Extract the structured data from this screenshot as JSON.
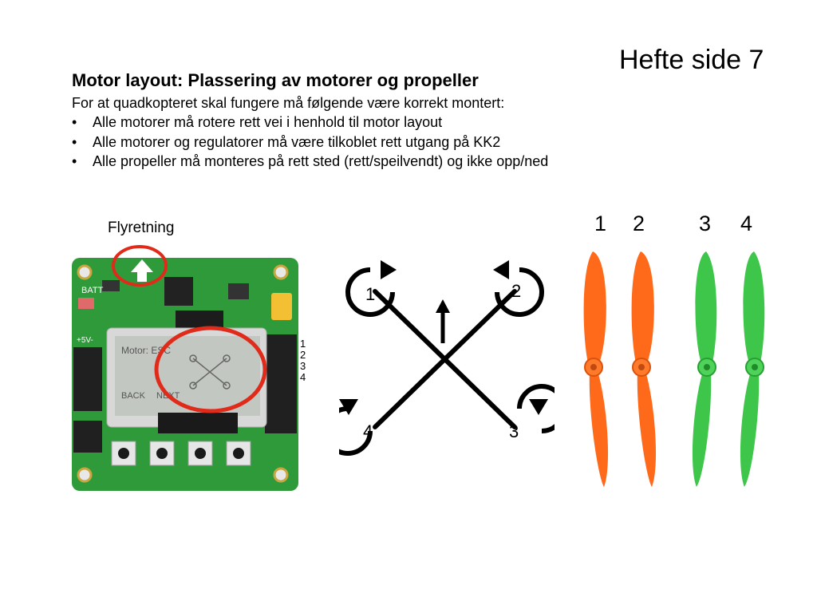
{
  "page_number": "Hefte side 7",
  "title": "Motor layout: Plassering av motorer og propeller",
  "intro": "For at quadkopteret skal fungere må følgende være korrekt montert:",
  "bullets": [
    "Alle motorer må rotere rett vei i henhold til motor layout",
    "Alle motorer og regulatorer må være tilkoblet rett utgang på KK2",
    "Alle propeller må monteres på rett sted (rett/speilvendt) og ikke opp/ned"
  ],
  "bullet_char": "•",
  "direction_label": "Flyretning",
  "board": {
    "lcd_text": "Motor: ESC",
    "back_label": "BACK",
    "next_label": "NEXT",
    "batt_label": "BATT",
    "rail_label": "+5V-",
    "pin_numbers": [
      "1",
      "2",
      "3",
      "4"
    ],
    "highlight_color": "#e02a1a",
    "pcb_color": "#2e9a3a"
  },
  "layout_diagram": {
    "motors": [
      "1",
      "2",
      "4",
      "3"
    ]
  },
  "propellers": {
    "labels": [
      "1",
      "2",
      "3",
      "4"
    ],
    "colors": [
      "#ff6a1a",
      "#ff6a1a",
      "#3ec64a",
      "#3ec64a"
    ]
  }
}
